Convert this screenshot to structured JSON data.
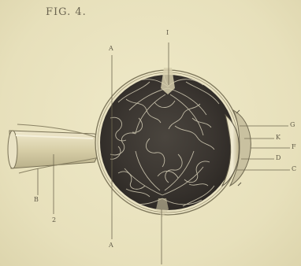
{
  "figure": {
    "title": "FIG. 4.",
    "labels": {
      "top": "I",
      "a_top": "A",
      "a_bottom": "A",
      "b": "B",
      "two": "2",
      "g": "G",
      "k": "K",
      "f": "F",
      "d": "D",
      "c": "C"
    }
  },
  "colors": {
    "paper": "#ece6c2",
    "ink": "#5e5846",
    "interior": "#3a3530",
    "fiber": "#e6dfc6",
    "nerve": "#d9d1ad"
  }
}
